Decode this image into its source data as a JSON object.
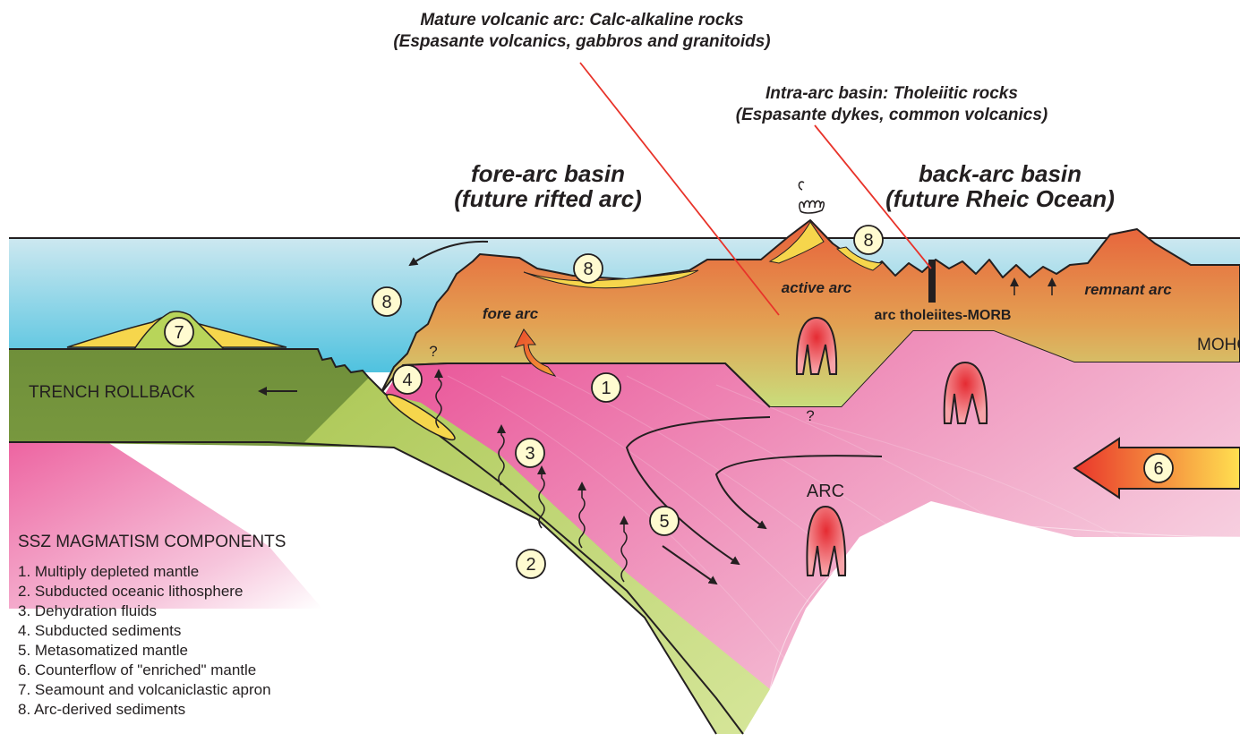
{
  "callouts": {
    "mature_arc_line1": "Mature volcanic arc: Calc-alkaline rocks",
    "mature_arc_line2": "(Espasante volcanics, gabbros and granitoids)",
    "intra_arc_line1": "Intra-arc basin: Tholeiitic rocks",
    "intra_arc_line2": "(Espasante dykes, common volcanics)"
  },
  "headings": {
    "fore_arc_basin_line1": "fore-arc basin",
    "fore_arc_basin_line2": "(future rifted arc)",
    "back_arc_basin_line1": "back-arc basin",
    "back_arc_basin_line2": "(future Rheic Ocean)"
  },
  "labels": {
    "active_arc": "active arc",
    "remnant_arc": "remnant arc",
    "fore_arc": "fore arc",
    "arc_tholeiites": "arc tholeiites-MORB",
    "moho": "MOHO",
    "trench_rollback": "TRENCH ROLLBACK",
    "arc": "ARC",
    "question": "?"
  },
  "markers": [
    "1",
    "2",
    "3",
    "4",
    "5",
    "6",
    "7",
    "8"
  ],
  "legend": {
    "title": "SSZ MAGMATISM COMPONENTS",
    "items": [
      "1. Multiply depleted mantle",
      "2. Subducted oceanic lithosphere",
      "3. Dehydration fluids",
      "4. Subducted sediments",
      "5. Metasomatized mantle",
      "6. Counterflow of \"enriched\" mantle",
      "7. Seamount and volcaniclastic apron",
      "8. Arc-derived sediments"
    ]
  },
  "colors": {
    "ocean_top": "#c8e6ef",
    "ocean_bottom": "#55c4e0",
    "crust_top": "#e96a3a",
    "crust_bottom": "#cfe07a",
    "mantle": "#ee6aa3",
    "slab": "#b6cf57",
    "marker_fill": "#fffbd0",
    "callout_line": "#e8332a",
    "sediment": "#f6d64c"
  }
}
